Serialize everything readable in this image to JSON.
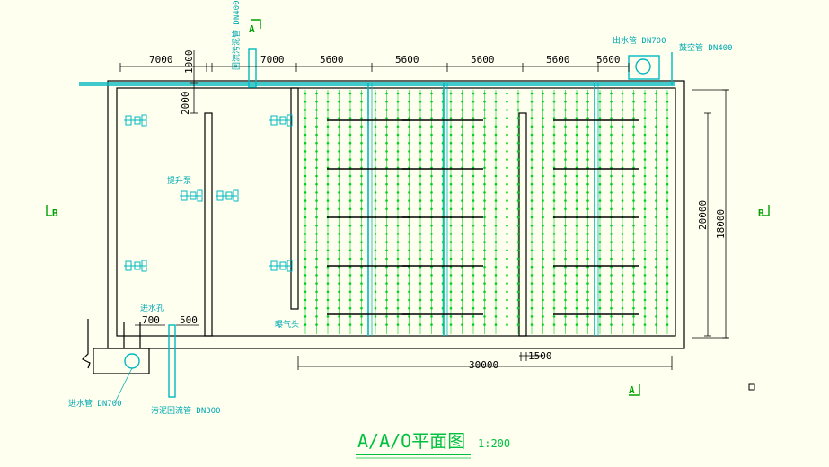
{
  "colors": {
    "background": "#fffff0",
    "wall": "#000000",
    "pipe": "#00b8c0",
    "diffuser": "#00d020",
    "label": "#00a8b0",
    "section": "#00a000"
  },
  "title": {
    "main": "A/A/O平面图",
    "scale": "1:200"
  },
  "dimensions": {
    "top": [
      "7000",
      "7000",
      "5600",
      "5600",
      "5600",
      "5600",
      "5600"
    ],
    "vertical_1000": "1000",
    "vertical_2000": "2000",
    "right_outer": "18000",
    "right_inner": "20000",
    "bottom_700": "700",
    "bottom_500": "500",
    "bottom_total": "30000",
    "bottom_1500": "1500"
  },
  "labels": {
    "reflux_pipe": "回流污泥管 DN400",
    "outlet_pipe": "出水管 DN700",
    "air_pipe": "鼓空管 DN400",
    "lift_pump": "提升泵",
    "inlet_pit": "进水孔",
    "aerator": "曝气头",
    "inlet_pipe": "进水管 DN700",
    "sludge_pipe": "污泥回流管 DN300"
  },
  "sections": {
    "a": "A",
    "b": "B"
  },
  "mixers": [
    {
      "name": "mixer-left-top"
    },
    {
      "name": "mixer-left-bottom"
    },
    {
      "name": "mixer-mid-1"
    },
    {
      "name": "mixer-mid-2"
    },
    {
      "name": "mixer-right-top"
    },
    {
      "name": "mixer-right-bottom"
    }
  ]
}
